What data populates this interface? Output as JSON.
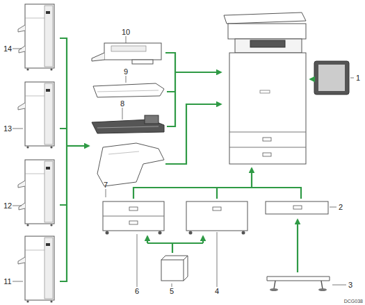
{
  "diagram": {
    "labels": [
      "14",
      "13",
      "12",
      "11",
      "10",
      "9",
      "8",
      "7",
      "6",
      "5",
      "4",
      "3",
      "2",
      "1",
      "DCG038"
    ]
  }
}
